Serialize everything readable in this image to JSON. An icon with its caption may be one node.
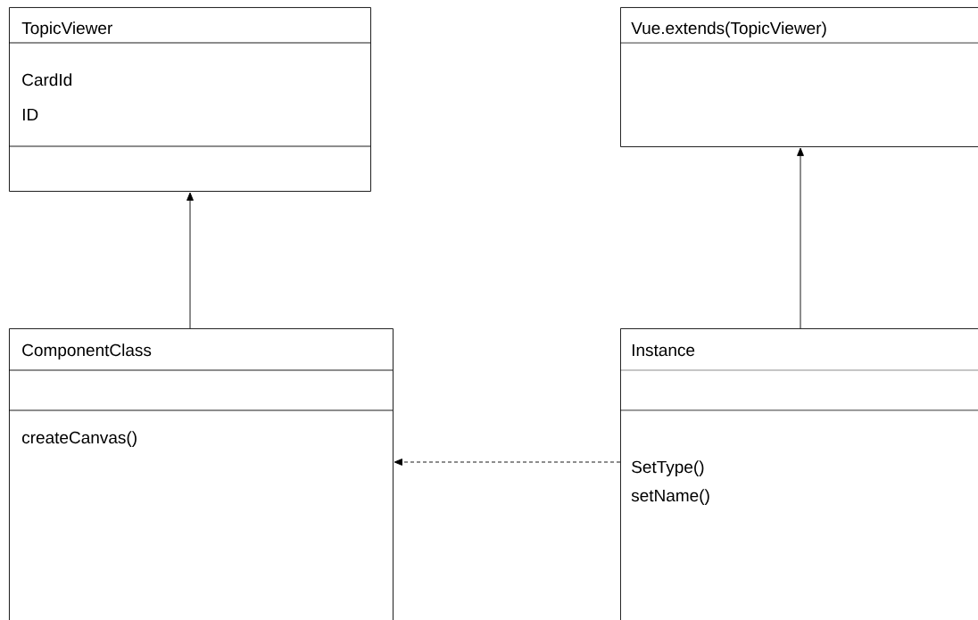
{
  "diagram": {
    "nodes": [
      {
        "text": [
          "TopicViewer",
          "CardId",
          "ID"
        ]
      },
      {
        "text": [
          "Vue.extends(TopicViewer)"
        ]
      },
      {
        "text": [
          "ComponentClass",
          "createCanvas()"
        ]
      },
      {
        "text": [
          "Instance",
          "SetType()",
          "setName()"
        ]
      }
    ],
    "edges": [
      {
        "from": 2,
        "to": 0,
        "arrow": "to"
      },
      {
        "from": 3,
        "to": 1,
        "arrow": "to"
      },
      {
        "from": 3,
        "to": 2,
        "arrow": "to",
        "style": "dashed"
      }
    ]
  }
}
